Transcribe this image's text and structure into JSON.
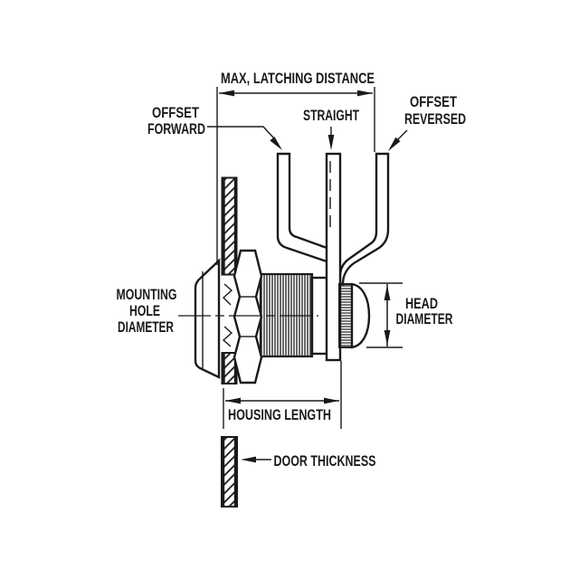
{
  "diagram": {
    "type": "technical-line-drawing",
    "subject": "cam-lock-mounting-dimensions",
    "colors": {
      "line": "#1a1a1a",
      "background": "#ffffff"
    },
    "labels": {
      "max_latching_distance": "MAX, LATCHING DISTANCE",
      "offset_forward_line1": "OFFSET",
      "offset_forward_line2": "FORWARD",
      "straight": "STRAIGHT",
      "offset_reversed_line1": "OFFSET",
      "offset_reversed_line2": "REVERSED",
      "mounting_hole_line1": "MOUNTING",
      "mounting_hole_line2": "HOLE",
      "mounting_hole_line3": "DIAMETER",
      "head_diameter_line1": "HEAD",
      "head_diameter_line2": "DIAMETER",
      "housing_length": "HOUSING LENGTH",
      "door_thickness": "DOOR THICKNESS"
    }
  }
}
